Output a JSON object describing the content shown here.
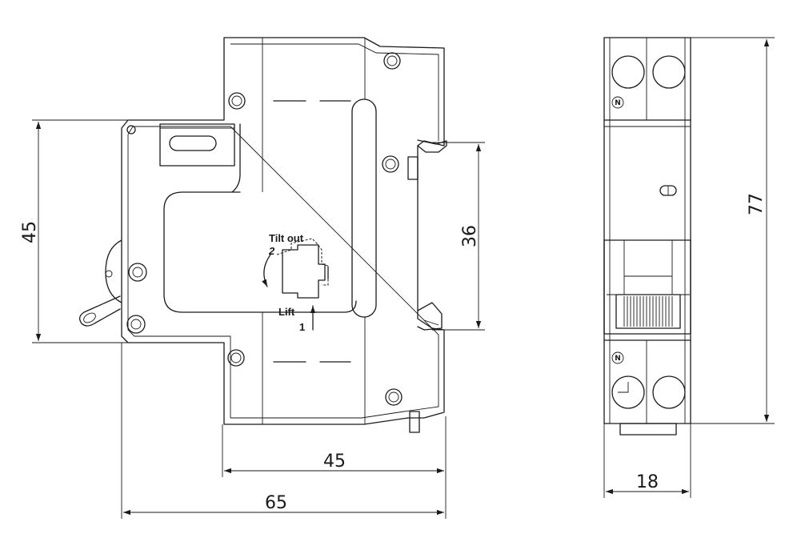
{
  "dimensions": {
    "side_height": "45",
    "din_rail_height": "36",
    "front_width": "45",
    "total_depth": "65",
    "module_height": "77",
    "module_width": "18"
  },
  "instructions": {
    "tilt_out": "Tilt out",
    "step_two": "2",
    "lift": "Lift",
    "step_one": "1"
  },
  "terminal_markings": {
    "top": "N",
    "bottom": "N"
  },
  "colors": {
    "line": "#1a1a1a",
    "background": "#ffffff"
  }
}
